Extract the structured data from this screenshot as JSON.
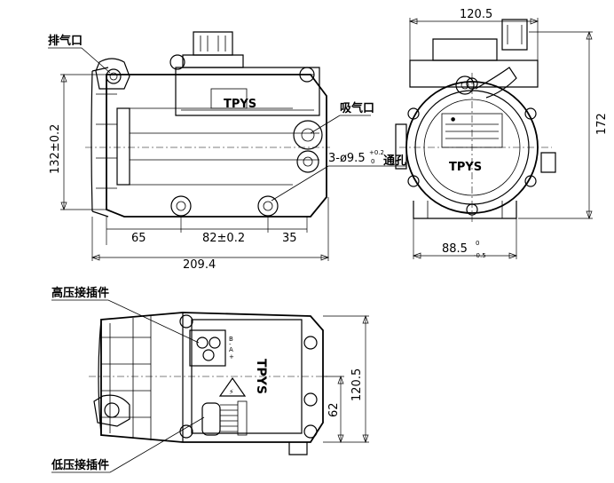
{
  "labels": {
    "exhaust_port": "排气口",
    "suction_port": "吸气口",
    "hv_connector": "高压接插件",
    "lv_connector": "低压接插件",
    "through_hole": "3-ø9.5",
    "through_hole_tol_upper": "+0.2",
    "through_hole_tol_lower": "0",
    "through_hole_suffix": "通孔",
    "pin_b": "B",
    "pin_a": "A",
    "pin_neg": "-",
    "pin_pos": "+"
  },
  "dimensions": {
    "top_width": "120.5",
    "right_height": "172",
    "left_height": "132±0.2",
    "seg1": "65",
    "seg2": "82±0.2",
    "seg3": "35",
    "overall_length": "209.4",
    "base_width": "88.5",
    "base_tol_upper": "0",
    "base_tol_lower": "-0.5",
    "bottom_right_height": "120.5",
    "bottom_offset": "62"
  },
  "branding": {
    "logo_side": "TPYS",
    "logo_front": "TPYS",
    "logo_top": "TPYS"
  }
}
